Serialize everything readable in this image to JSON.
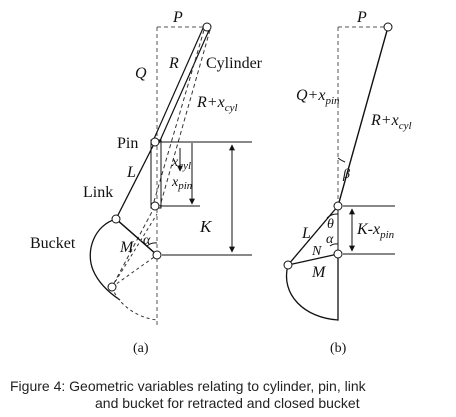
{
  "figure": {
    "panel_a": {
      "label_P": "P",
      "label_Q": "Q",
      "label_R": "R",
      "label_cylinder": "Cylinder",
      "label_R_plus": "R+",
      "label_xcyl": "x",
      "label_xcyl_sub": "cyl",
      "label_pin": "Pin",
      "label_L": "L",
      "label_xcyl2": "x",
      "label_xcyl2_sub": "cyl",
      "label_xpin": "x",
      "label_xpin_sub": "pin",
      "label_link": "Link",
      "label_K": "K",
      "label_bucket": "Bucket",
      "label_M": "M",
      "label_alpha": "α",
      "panel_caption": "(a)"
    },
    "panel_b": {
      "label_P": "P",
      "label_Q_plus": "Q+",
      "label_xpin": "x",
      "label_xpin_sub": "pin",
      "label_R_plus": "R+",
      "label_xcyl": "x",
      "label_xcyl_sub": "cyl",
      "label_beta": "β",
      "label_theta": "θ",
      "label_L": "L",
      "label_K_minus": "K-",
      "label_xpin2": "x",
      "label_xpin2_sub": "pin",
      "label_N": "N",
      "label_alpha": "α",
      "label_M": "M",
      "panel_caption": "(b)"
    }
  },
  "caption": {
    "line1": "Figure 4:  Geometric variables relating to cylinder, pin, link",
    "line2": "and bucket for retracted and closed bucket"
  }
}
